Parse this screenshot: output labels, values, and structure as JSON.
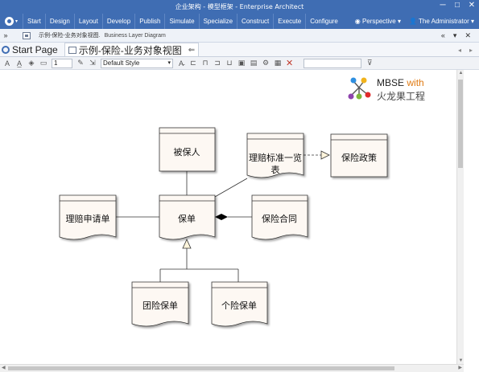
{
  "window": {
    "title": "企业架构 - 模型框架 - Enterprise Architect",
    "min": "─",
    "max": "□",
    "close": "✕"
  },
  "ribbon": {
    "menu": [
      "Start",
      "Design",
      "Layout",
      "Develop",
      "Publish",
      "Simulate",
      "Specialize",
      "Construct",
      "Execute",
      "Configure"
    ],
    "perspective": "Perspective",
    "user": "The Administrator"
  },
  "breadcrumb": {
    "path": "示例-保险-业务对象视图.",
    "diagram_type": "Business Layer Diagram"
  },
  "tabs": {
    "start_label": "Start Page",
    "active_label": "示例-保险-业务对象视图",
    "close_glyph": "⇐"
  },
  "toolbar": {
    "line_width": "1",
    "style_value": "Default Style"
  },
  "logo": {
    "mbse": "MBSE",
    "with": "with",
    "company": "火龙果工程"
  },
  "diagram": {
    "elements": {
      "insured": "被保人",
      "policy": "保单",
      "claim_application": "理赔申请单",
      "claim_standard_list_line1": "理赔标准一览",
      "claim_standard_list_line2": "表",
      "insurance_policy": "保险政策",
      "insurance_contract": "保险合同",
      "group_policy": "团险保单",
      "individual_policy": "个险保单"
    }
  }
}
